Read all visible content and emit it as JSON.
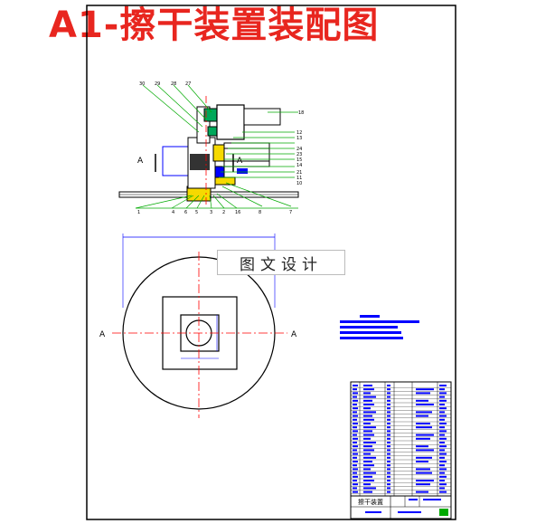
{
  "title": "A1-擦干装置装配图",
  "watermark": "图文设计",
  "section_label_left": "A",
  "section_label_right": "A",
  "axis_label_left": "A",
  "axis_label_right": "A",
  "title_block_label": "擦干装置",
  "part_numbers_top": [
    "30",
    "29",
    "28",
    "27"
  ],
  "part_numbers_right": [
    "18",
    "12",
    "13",
    "24",
    "23",
    "15",
    "14",
    "21",
    "11",
    "10",
    "7",
    "8"
  ],
  "part_numbers_bottom": [
    "1",
    "4",
    "6",
    "5",
    "3",
    "2",
    "16"
  ],
  "colors": {
    "title": "#e8261f",
    "frame": "#000000",
    "centerline": "#ff0000",
    "dimension": "#0000ff",
    "leader": "#00aa00"
  }
}
